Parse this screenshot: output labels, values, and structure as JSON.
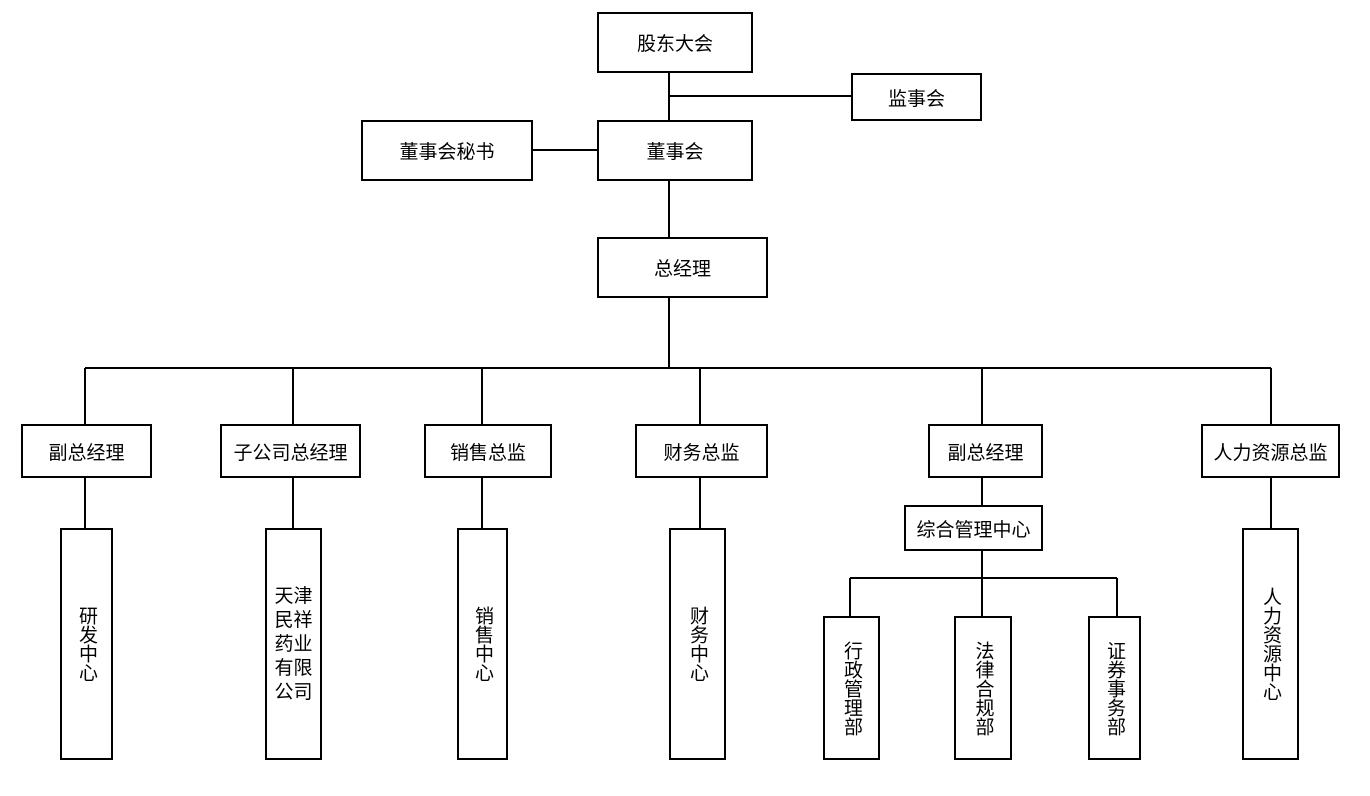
{
  "nodes": {
    "shareholders_meeting": "股东大会",
    "supervisory_board": "监事会",
    "board_secretary": "董事会秘书",
    "board_of_directors": "董事会",
    "general_manager": "总经理",
    "deputy_gm_1": "副总经理",
    "subsidiary_gm": "子公司总经理",
    "sales_director": "销售总监",
    "finance_director": "财务总监",
    "deputy_gm_2": "副总经理",
    "hr_director": "人力资源总监",
    "admin_center": "综合管理中心",
    "rd_center": "研发中心",
    "subsidiary_company": "天津民祥药业有限公司",
    "sales_center": "销售中心",
    "finance_center": "财务中心",
    "admin_dept": "行政管理部",
    "legal_dept": "法律合规部",
    "securities_dept": "证券事务部",
    "hr_center": "人力资源中心"
  }
}
